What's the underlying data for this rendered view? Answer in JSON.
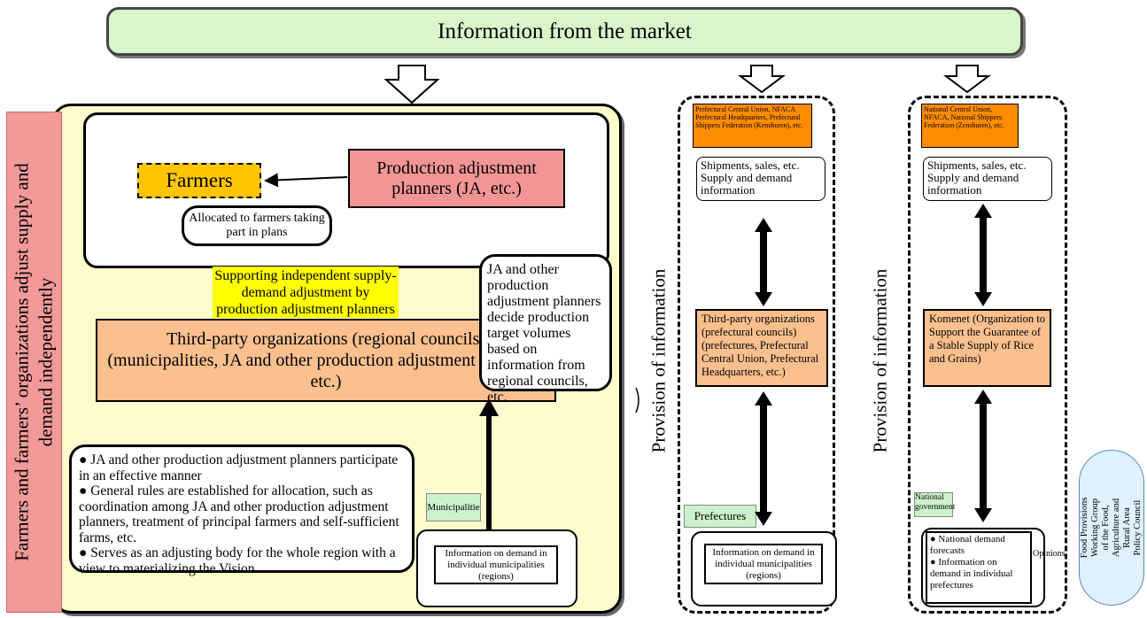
{
  "banner": {
    "text": "Information from the market"
  },
  "left_panel": {
    "side_label_line1": "Farmers and farmers’ organizations adjust supply and",
    "side_label_line2": "demand independently",
    "farmers": "Farmers",
    "planner": "Production adjustment planners (JA, etc.)",
    "allocated": "Allocated to farmers taking part in plans",
    "supporting": "Supporting independent supply-demand adjustment by production adjustment planners",
    "third_party_title": "Third-party organizations (regional councils)",
    "third_party_sub": "(municipalities, JA and other production adjustment planners, etc.)",
    "bullets": [
      "● JA and other production adjustment planners participate in an effective manner",
      "● General rules are established for allocation, such as coordination among JA and other production adjustment planners, treatment of principal farmers and self-sufficient farms, etc.",
      "● Serves as an adjusting body for the whole region with a view to materializing the Vision"
    ],
    "ja_bubble": "JA and other production adjustment planners decide production target volumes based on information from regional councils, etc.",
    "municipalities_label": "Municipalitie",
    "municipal_info": "Information on demand in individual municipalities (regions)"
  },
  "provision_label": "Provision of information",
  "prefecture_column": {
    "header": "Prefectural Central Union, NFACA Prefectural Headquarters, Prefectural Shippers Federation (Kenshuren), etc.",
    "shipments": "Shipments, sales, etc. Supply and demand information",
    "third_party": "Third-party organizations (prefectural councils) (prefectures, Prefectural Central Union, Prefectural Headquarters, etc.)",
    "label": "Prefectures",
    "info": "Information on demand in individual municipalities (regions)"
  },
  "national_column": {
    "header": "National Central Union, NFACA, National Shippers Federation (Zenshuren), etc.",
    "shipments": "Shipments, sales, etc. Supply and demand information",
    "komenet": "Komenet (Organization to Support the Guarantee of a Stable Supply of Rice and Grains)",
    "label": "National government",
    "info_bullets": [
      "● National demand forecasts",
      "● Information on demand in individual prefectures"
    ],
    "opinions": "Opinions",
    "council": "Food Provisions Working Group of the Food, Agriculture and Rural Area Policy Council"
  },
  "colors": {
    "banner": "#d8f5cc",
    "panel": "#fdfccc",
    "side": "#f29999",
    "orange": "#fbc08e",
    "dark_orange": "#ff8c00",
    "farmers": "#ffc600",
    "planner": "#f49595",
    "label_green": "#ccf2cc"
  }
}
